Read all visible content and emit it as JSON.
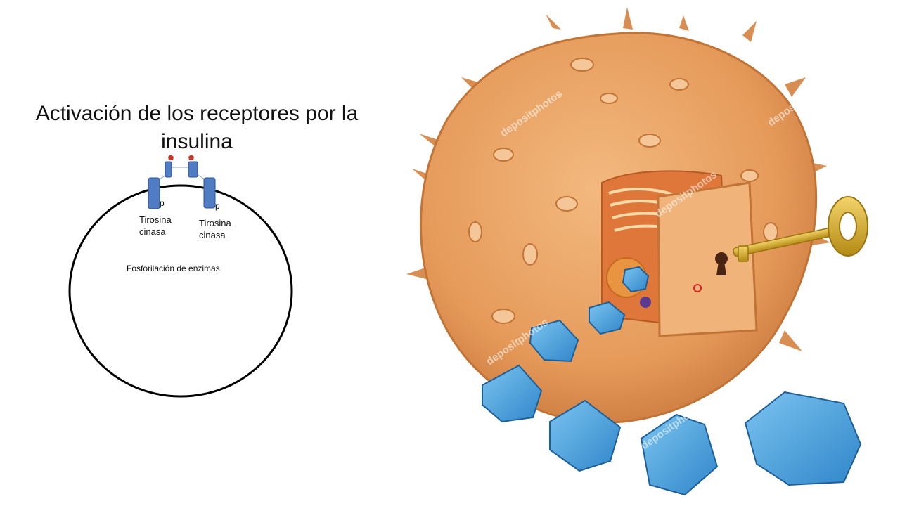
{
  "slide": {
    "title": "Activación de los receptores por la insulina"
  },
  "left_diagram": {
    "receptor_left": {
      "label_line1": "Tirosina",
      "label_line2": "cinasa",
      "phosphate": "p"
    },
    "receptor_right": {
      "label_line1": "Tirosina",
      "label_line2": "cinasa",
      "phosphate": "p"
    },
    "cell_label": "Fosforilación de enzimas"
  },
  "illustration": {
    "watermark": "depositphotos",
    "colors": {
      "cell": "#e8a063",
      "glucose": "#4aa6e0",
      "key": "#d8b22a"
    }
  }
}
